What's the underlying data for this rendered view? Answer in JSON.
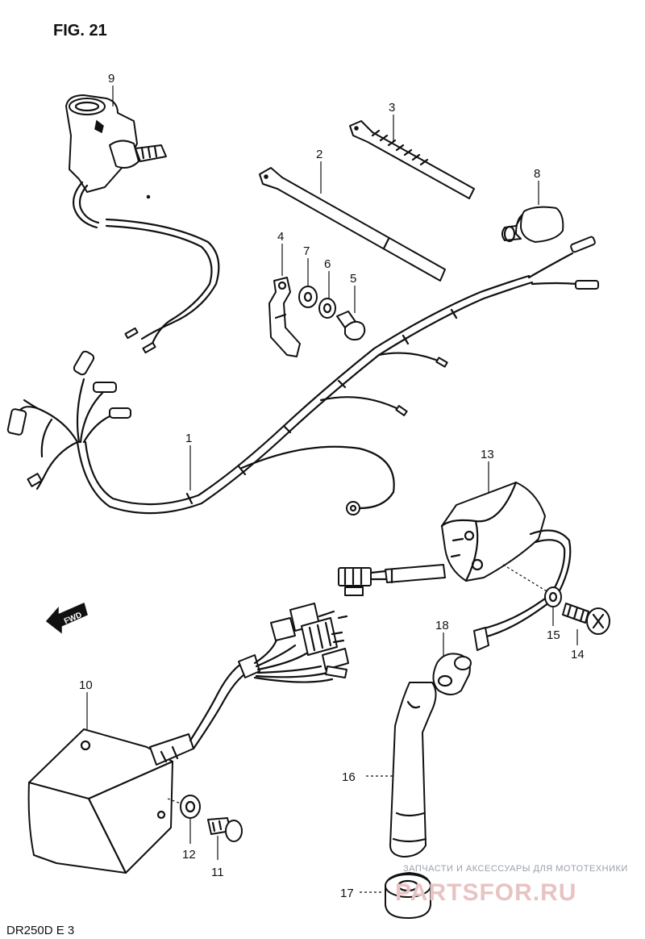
{
  "figure_label": "FIG. 21",
  "model_code": "DR250D  E 3",
  "direction_label": "FWD",
  "watermark": {
    "caption": "ЗАПЧАСТИ И АКСЕССУАРЫ ДЛЯ МОТОТЕХНИКИ",
    "brand": "PARTSFOR.RU"
  },
  "callouts": {
    "p1": "1",
    "p2": "2",
    "p3": "3",
    "p4": "4",
    "p5": "5",
    "p6": "6",
    "p7": "7",
    "p8": "8",
    "p9": "9",
    "p10": "10",
    "p11": "11",
    "p12": "12",
    "p13": "13",
    "p14": "14",
    "p15": "15",
    "p16": "16",
    "p17": "17",
    "p18": "18"
  }
}
